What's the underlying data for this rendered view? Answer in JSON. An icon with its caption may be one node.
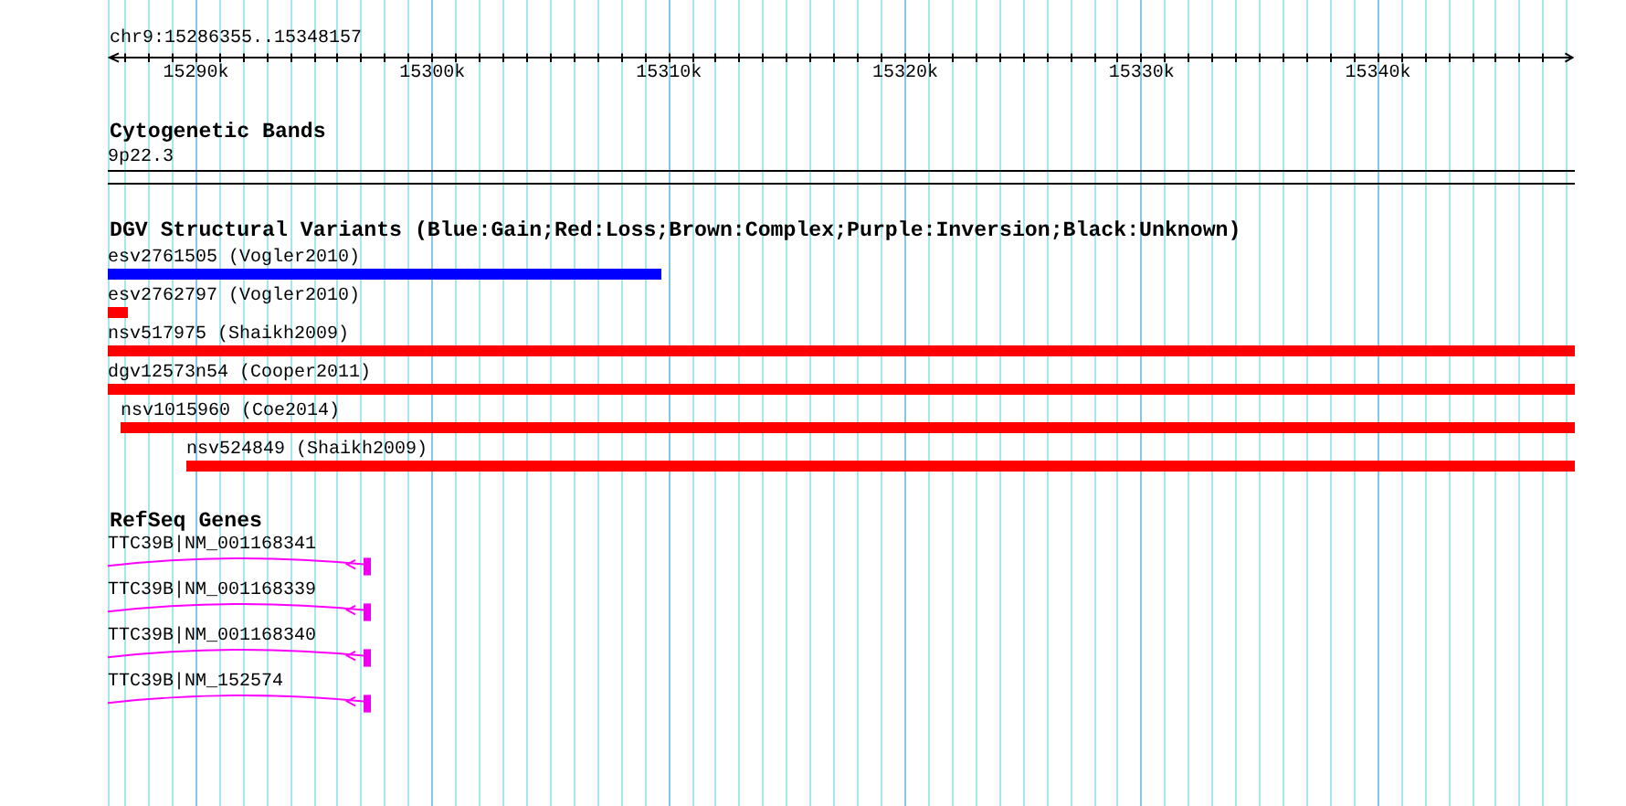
{
  "diagram": {
    "nodes": [
      {
        "text": [
          "9p22.3"
        ]
      },
      {
        "text": [
          "esv2761505 (Vogler2010)"
        ]
      },
      {
        "text": [
          "esv2762797 (Vogler2010)"
        ]
      },
      {
        "text": [
          "nsv517975 (Shaikh2009)"
        ]
      },
      {
        "text": [
          "dgv12573n54 (Cooper2011)"
        ]
      },
      {
        "text": [
          "nsv1015960 (Coe2014)"
        ]
      },
      {
        "text": [
          "nsv524849 (Shaikh2009)"
        ]
      },
      {
        "text": [
          "TTC39B|NM_001168341"
        ]
      },
      {
        "text": [
          "TTC39B|NM_001168339"
        ]
      },
      {
        "text": [
          "TTC39B|NM_001168340"
        ]
      },
      {
        "text": [
          "TTC39B|NM_152574"
        ]
      }
    ],
    "labels": [
      "chr9:15286355..15348157",
      "15290k",
      "15300k",
      "15310k",
      "15320k",
      "15330k",
      "15340k",
      "Cytogenetic Bands",
      "DGV Structural Variants (Blue:Gain;Red:Loss;Brown:Complex;Purple:Inversion;Black:Unknown)",
      "RefSeq Genes"
    ]
  }
}
